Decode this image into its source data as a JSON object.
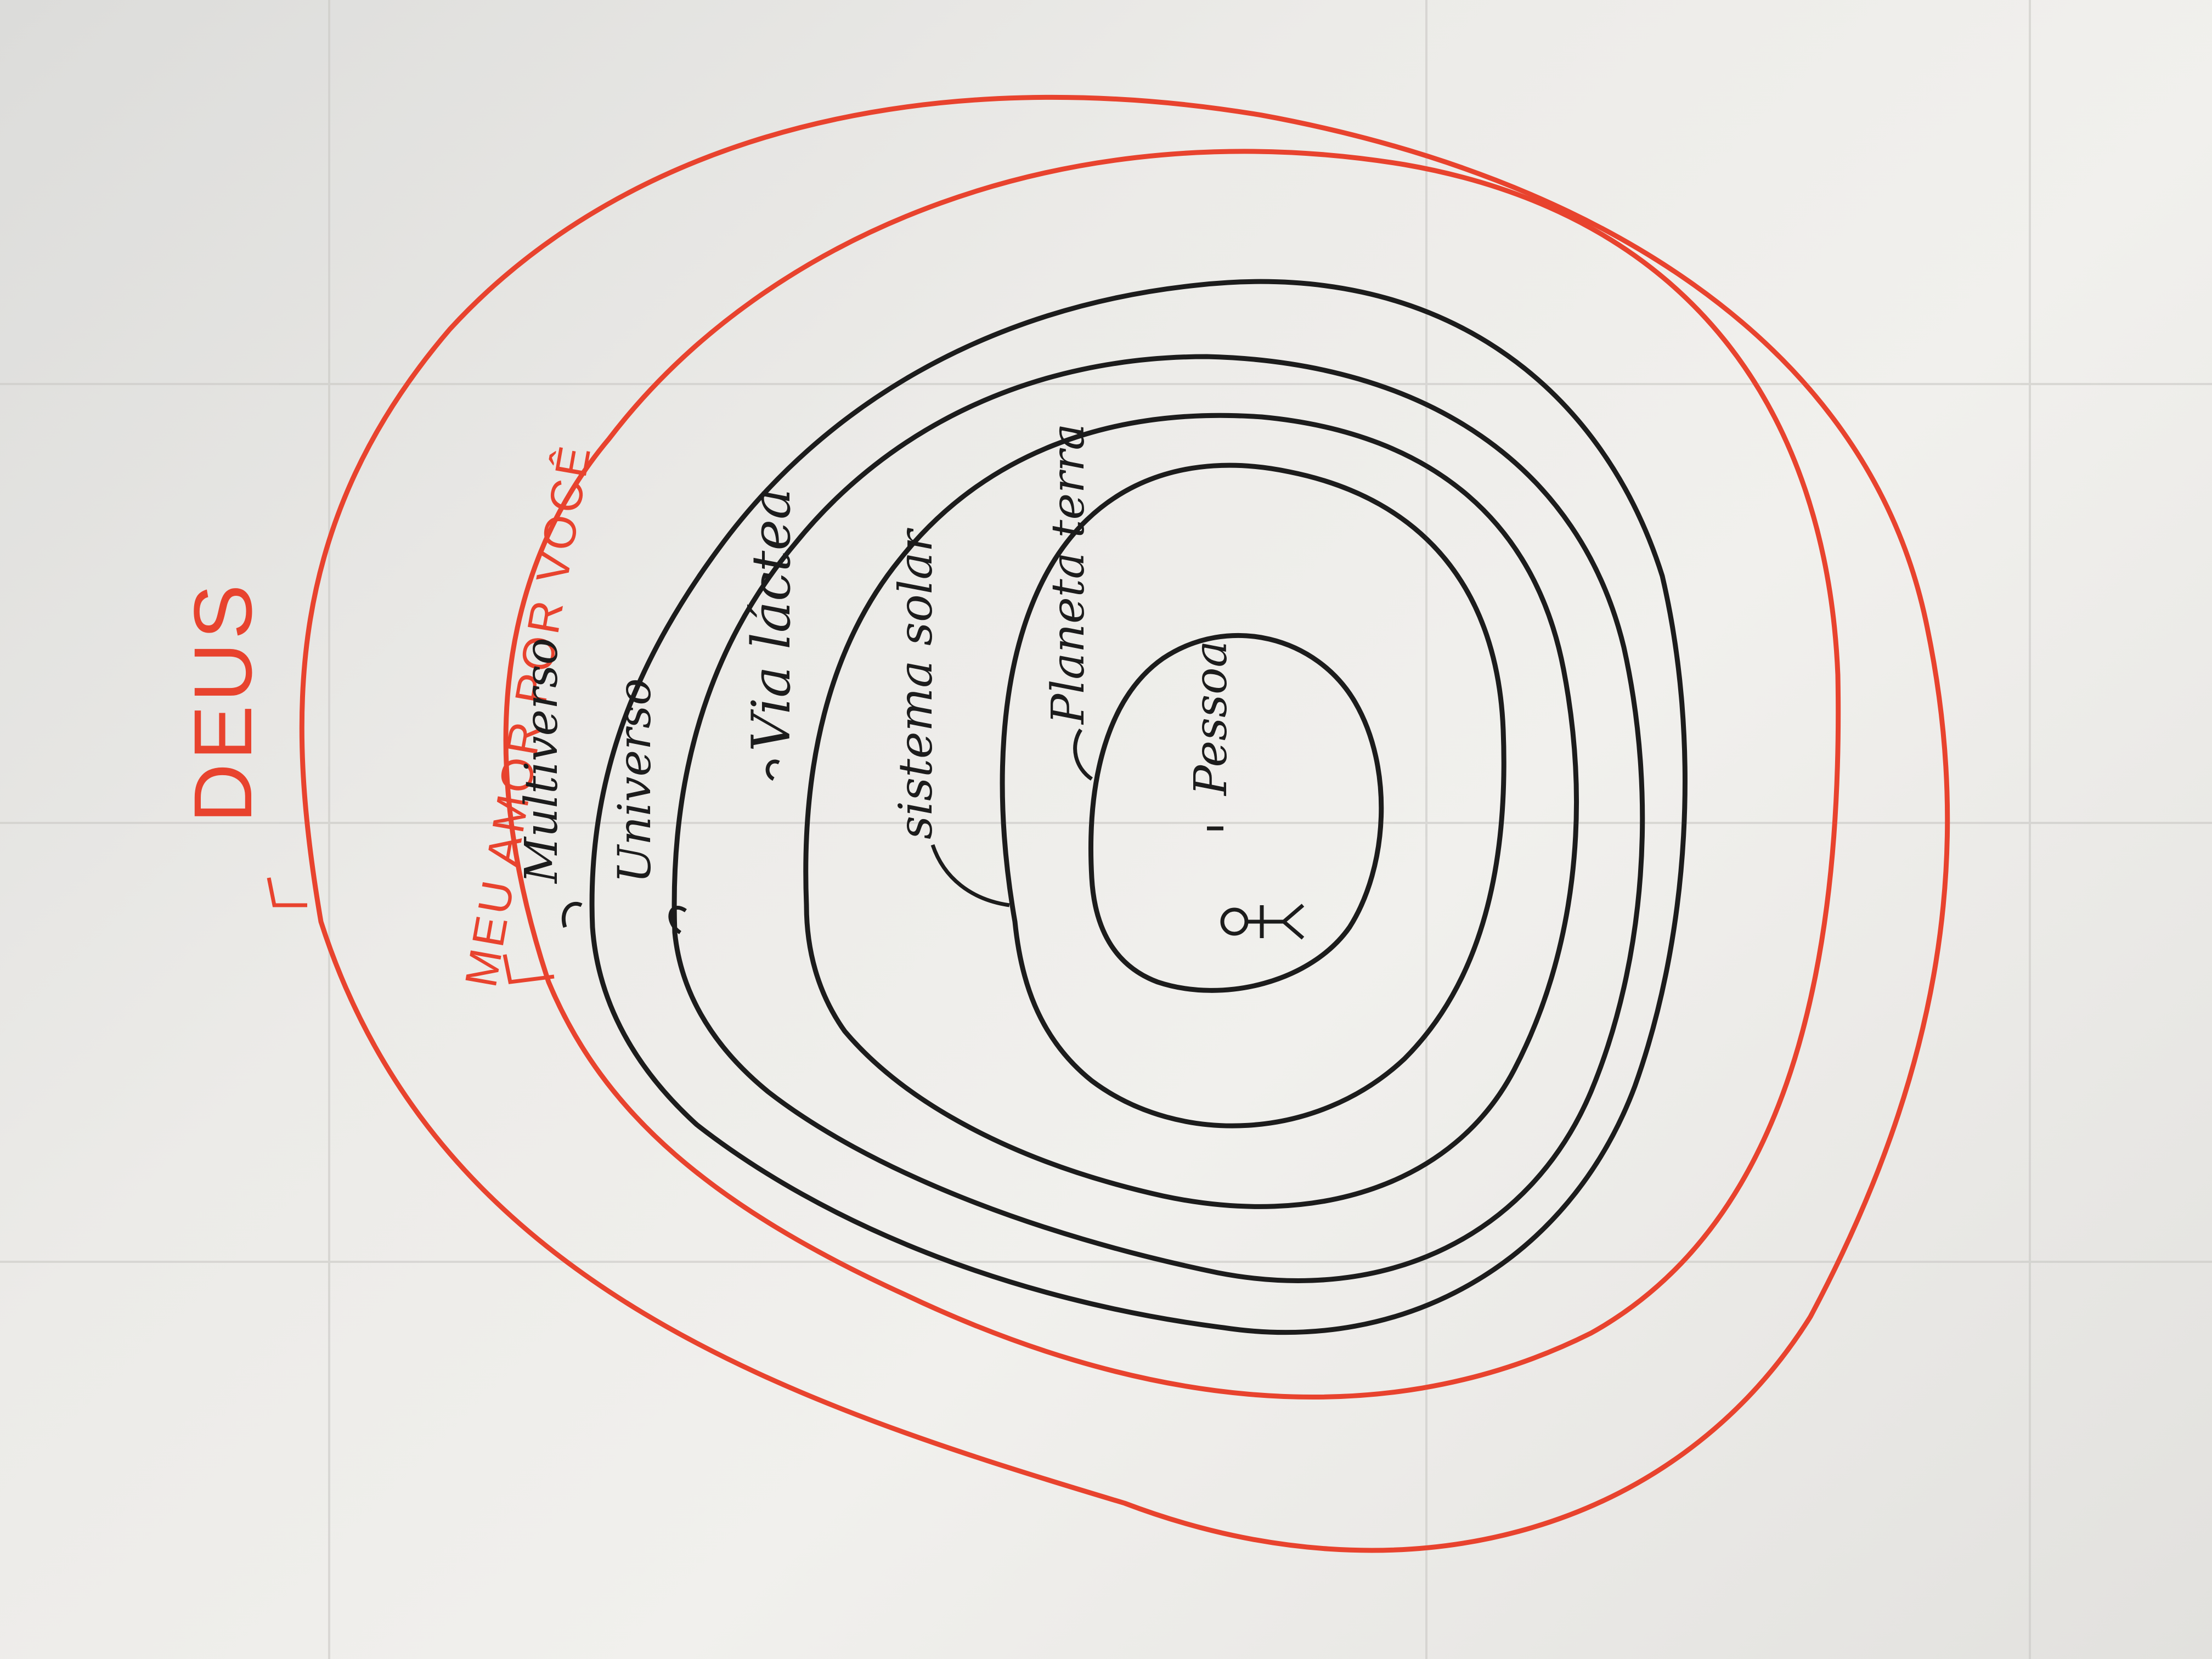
{
  "diagram": {
    "outer_label": "DEUS",
    "second_label": "MEU AMOR POR VOCÊ",
    "layers": [
      {
        "label": "Multiverso"
      },
      {
        "label": "Universo"
      },
      {
        "label": "Via láctea"
      },
      {
        "label": "sistema solar"
      },
      {
        "label": "Planeta terra"
      },
      {
        "label": "Pessoa"
      }
    ],
    "colors": {
      "red_ink": "#e8432e",
      "black_ink": "#1c1c1c",
      "paper": "#ecebe8"
    },
    "person_icon": "stick-figure-icon"
  }
}
